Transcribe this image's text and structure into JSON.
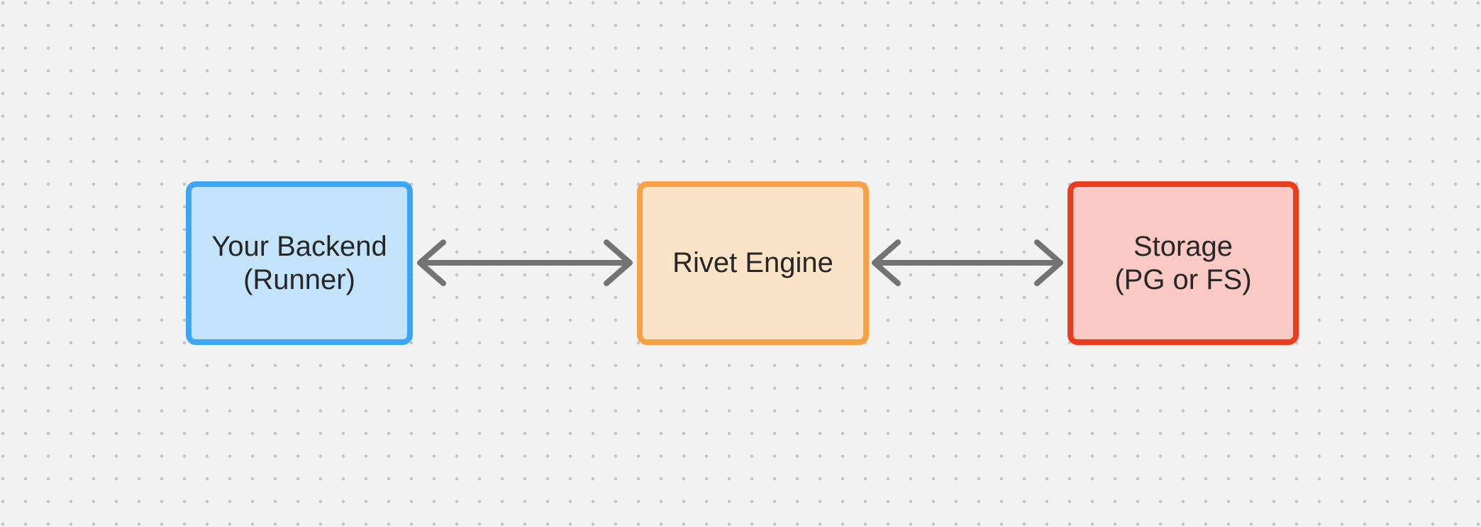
{
  "diagram": {
    "palette": {
      "background": "#F2F2F2",
      "grid_dot": "#C4C4C4",
      "arrow_color": "#737373",
      "text_color": "#262626"
    },
    "nodes": [
      {
        "id": "your-backend",
        "lines": [
          "Your Backend",
          "(Runner)"
        ],
        "border_color": "#3CA5F4",
        "fill_color": "#C3E3FB"
      },
      {
        "id": "rivet-engine",
        "lines": [
          "Rivet Engine"
        ],
        "border_color": "#F8A145",
        "fill_color": "#FBE3C8"
      },
      {
        "id": "storage",
        "lines": [
          "Storage",
          "(PG or FS)"
        ],
        "border_color": "#EC3C20",
        "fill_color": "#FBC9C3"
      }
    ],
    "connectors": [
      {
        "from": "your-backend",
        "to": "rivet-engine",
        "direction": "bidirectional"
      },
      {
        "from": "rivet-engine",
        "to": "storage",
        "direction": "bidirectional"
      }
    ]
  }
}
